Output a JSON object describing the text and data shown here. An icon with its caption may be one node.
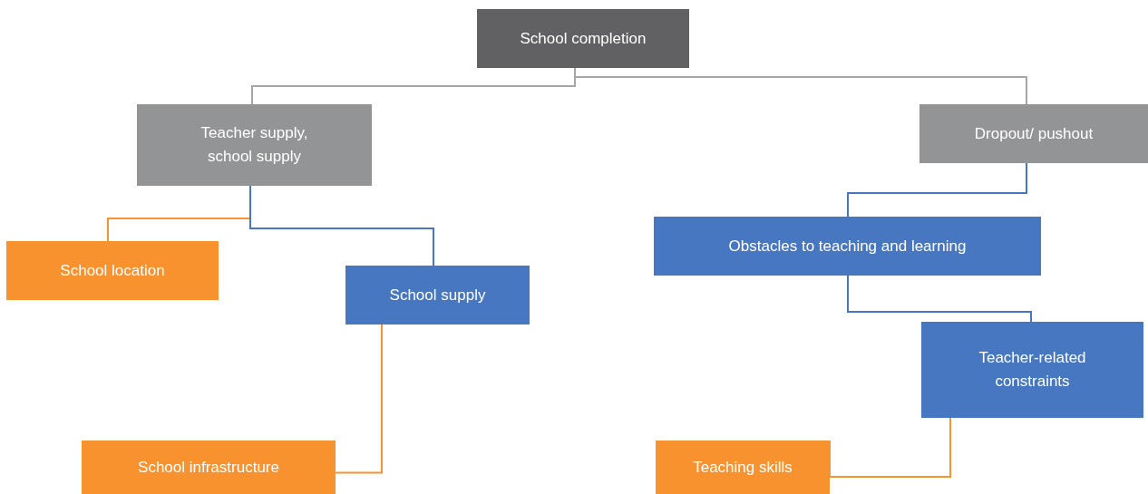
{
  "diagram": {
    "nodes": [
      {
        "text": [
          "School completion"
        ]
      },
      {
        "text": [
          "Teacher supply, school supply"
        ]
      },
      {
        "text": [
          "Dropout/ pushout"
        ]
      },
      {
        "text": [
          "School location"
        ]
      },
      {
        "text": [
          "School supply"
        ]
      },
      {
        "text": [
          "Obstacles to teaching and learning"
        ]
      },
      {
        "text": [
          "Teacher-related constraints"
        ]
      },
      {
        "text": [
          "School infrastructure"
        ]
      },
      {
        "text": [
          "Teaching skills"
        ]
      }
    ],
    "edges": [
      {
        "from": 0,
        "to": 1,
        "arrow": "none",
        "color": "#a6a6a6"
      },
      {
        "from": 0,
        "to": 2,
        "arrow": "none",
        "color": "#a6a6a6"
      },
      {
        "from": 1,
        "to": 3,
        "arrow": "none",
        "color": "#f7922e"
      },
      {
        "from": 1,
        "to": 4,
        "arrow": "none",
        "color": "#4677c0"
      },
      {
        "from": 2,
        "to": 5,
        "arrow": "none",
        "color": "#4677c0"
      },
      {
        "from": 5,
        "to": 6,
        "arrow": "none",
        "color": "#4677c0"
      },
      {
        "from": 4,
        "to": 7,
        "arrow": "none",
        "color": "#f7922e"
      },
      {
        "from": 6,
        "to": 8,
        "arrow": "none",
        "color": "#f7922e"
      }
    ]
  }
}
